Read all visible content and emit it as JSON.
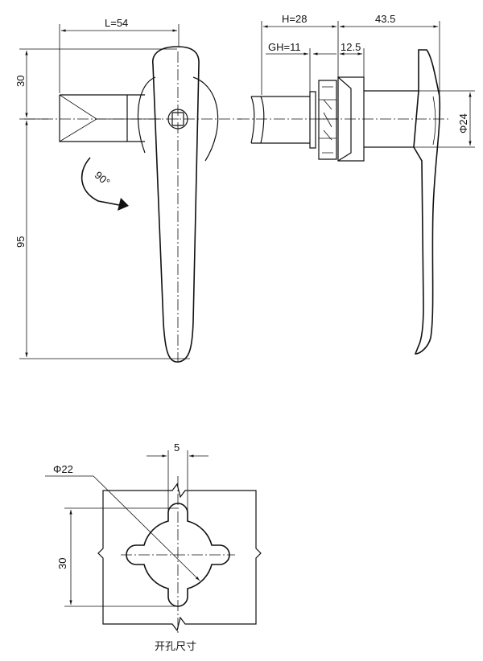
{
  "dimensions": {
    "L": "L=54",
    "H": "H=28",
    "GH": "GH=11",
    "d12_5": "12.5",
    "d43_5": "43.5",
    "d30_top": "30",
    "d95": "95",
    "phi24": "Φ24",
    "rot": "90°",
    "d5": "5",
    "phi22": "Φ22",
    "d30_cut": "30"
  },
  "caption": "开孔尺寸"
}
